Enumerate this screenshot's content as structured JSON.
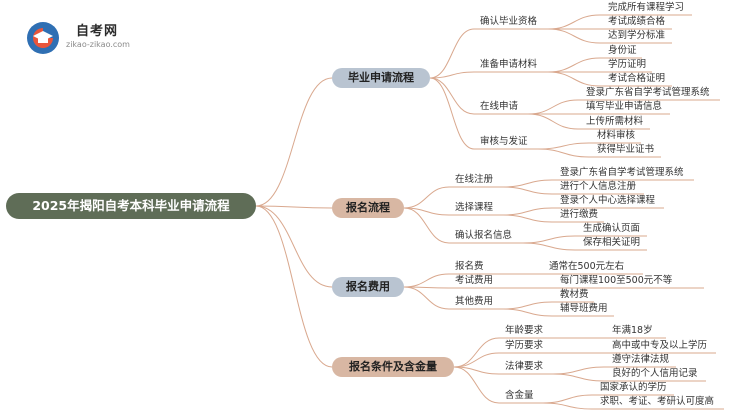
{
  "logo": {
    "title": "自考网",
    "subtitle": "zikao-zikao.com",
    "icon": "graduation-cap-icon"
  },
  "root": {
    "label": "2025年揭阳自考本科毕业申请流程"
  },
  "colors": {
    "root": "#5f6d57",
    "graduation": "#b9c4d1",
    "registration": "#d8b7a3",
    "fees": "#b9c4d1",
    "conditions": "#d8b7a3",
    "lines": "#d9a88e"
  },
  "branches": [
    {
      "label": "毕业申请流程",
      "children": [
        {
          "label": "确认毕业资格",
          "leaves": [
            "完成所有课程学习",
            "考试成绩合格",
            "达到学分标准"
          ]
        },
        {
          "label": "准备申请材料",
          "leaves": [
            "身份证",
            "学历证明",
            "考试合格证明"
          ]
        },
        {
          "label": "在线申请",
          "leaves": [
            "登录广东省自学考试管理系统",
            "填写毕业申请信息",
            "上传所需材料"
          ]
        },
        {
          "label": "审核与发证",
          "leaves": [
            "材料审核",
            "获得毕业证书"
          ]
        }
      ]
    },
    {
      "label": "报名流程",
      "children": [
        {
          "label": "在线注册",
          "leaves": [
            "登录广东省自学考试管理系统",
            "进行个人信息注册"
          ]
        },
        {
          "label": "选择课程",
          "leaves": [
            "登录个人中心选择课程",
            "进行缴费"
          ]
        },
        {
          "label": "确认报名信息",
          "leaves": [
            "生成确认页面",
            "保存相关证明"
          ]
        }
      ]
    },
    {
      "label": "报名费用",
      "children": [
        {
          "label": "报名费",
          "leaves": [
            "通常在500元左右"
          ]
        },
        {
          "label": "考试费用",
          "leaves": [
            "每门课程100至500元不等"
          ]
        },
        {
          "label": "其他费用",
          "leaves": [
            "教材费",
            "辅导班费用"
          ]
        }
      ]
    },
    {
      "label": "报名条件及含金量",
      "children": [
        {
          "label": "年龄要求",
          "leaves": [
            "年满18岁"
          ]
        },
        {
          "label": "学历要求",
          "leaves": [
            "高中或中专及以上学历"
          ]
        },
        {
          "label": "法律要求",
          "leaves": [
            "遵守法律法规",
            "良好的个人信用记录"
          ]
        },
        {
          "label": "含金量",
          "leaves": [
            "国家承认的学历",
            "求职、考证、考研认可度高"
          ]
        }
      ]
    }
  ]
}
